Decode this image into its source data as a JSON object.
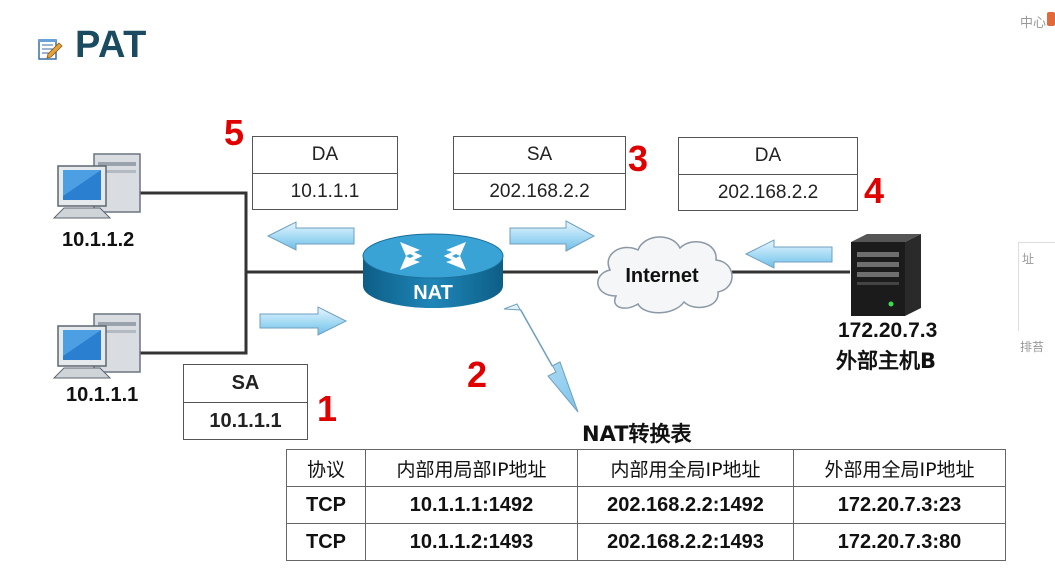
{
  "title": "PAT",
  "left_hosts": [
    {
      "label": "10.1.1.2"
    },
    {
      "label": "10.1.1.1"
    }
  ],
  "router_label": "NAT",
  "cloud_label": "Internet",
  "external_host": {
    "ip": "172.20.7.3",
    "name": "外部主机B"
  },
  "headers": [
    {
      "step": "5",
      "field": "DA",
      "value": "10.1.1.1"
    },
    {
      "step": "3",
      "field": "SA",
      "value": "202.168.2.2"
    },
    {
      "step": "4",
      "field": "DA",
      "value": "202.168.2.2"
    },
    {
      "step": "1",
      "field": "SA",
      "value": "10.1.1.1"
    }
  ],
  "step2": "2",
  "table": {
    "caption": "NAT转换表",
    "columns": [
      "协议",
      "内部用局部IP地址",
      "内部用全局IP地址",
      "外部用全局IP地址"
    ],
    "rows": [
      [
        "TCP",
        "10.1.1.1:1492",
        "202.168.2.2:1492",
        "172.20.7.3:23"
      ],
      [
        "TCP",
        "10.1.1.2:1493",
        "202.168.2.2:1493",
        "172.20.7.3:80"
      ]
    ]
  },
  "side_fragments": [
    "中心",
    "址",
    "排苔"
  ]
}
